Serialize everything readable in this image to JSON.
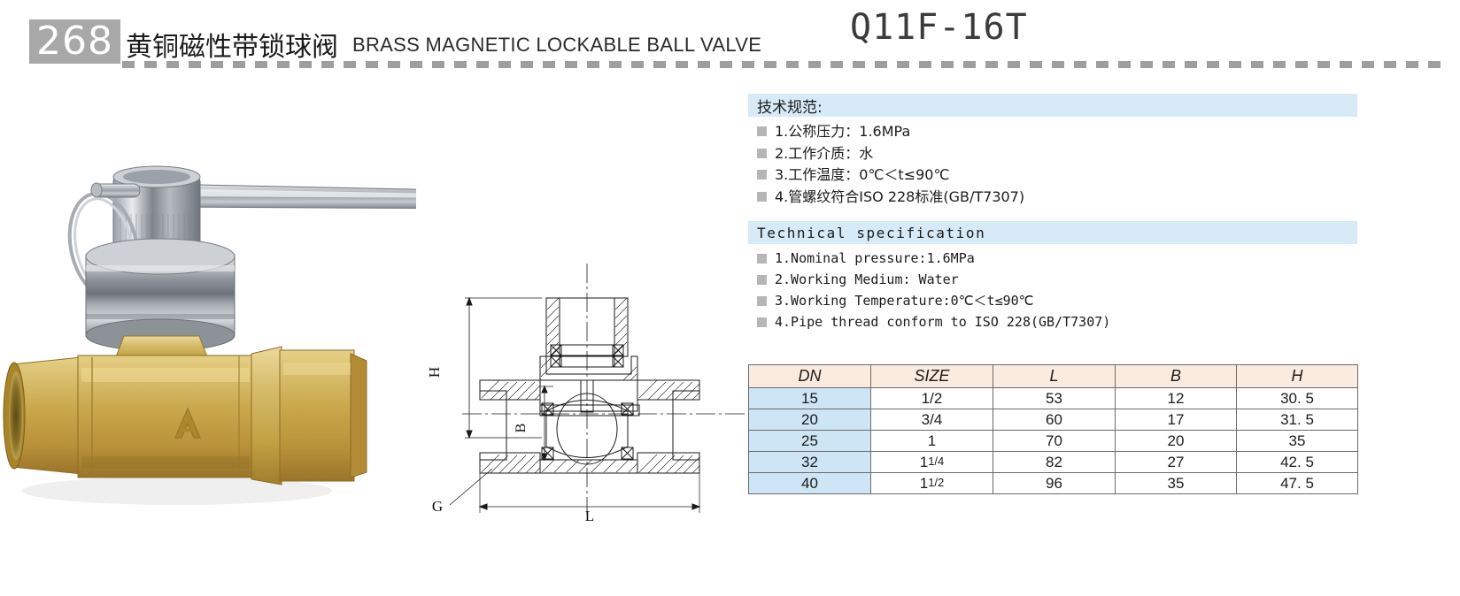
{
  "header": {
    "number": "268",
    "title_cn": "黄铜磁性带锁球阀",
    "title_en": "BRASS MAGNETIC LOCKABLE BALL VALVE",
    "product_code": "Q11F-16T"
  },
  "spec_cn": {
    "heading": "技术规范:",
    "items": [
      "1.公称压力：1.6MPa",
      "2.工作介质：水",
      "3.工作温度：0℃＜t≤90℃",
      "4.管螺纹符合ISO 228标准(GB/T7307)"
    ]
  },
  "spec_en": {
    "heading": "Technical specification",
    "items": [
      "1.Nominal pressure:1.6MPa",
      "2.Working Medium: Water",
      "3.Working Temperature:0℃＜t≤90℃",
      "4.Pipe thread conform to ISO 228(GB/T7307)"
    ]
  },
  "drawing": {
    "labels": {
      "height": "H",
      "bore": "B",
      "thread": "G",
      "length": "L"
    }
  },
  "table": {
    "columns": [
      "DN",
      "SIZE",
      "L",
      "B",
      "H"
    ],
    "rows": [
      {
        "dn": "15",
        "size": "1/2",
        "size_whole": "",
        "size_frac": "",
        "l": "53",
        "b": "12",
        "h": "30. 5"
      },
      {
        "dn": "20",
        "size": "3/4",
        "size_whole": "",
        "size_frac": "",
        "l": "60",
        "b": "17",
        "h": "31. 5"
      },
      {
        "dn": "25",
        "size": "1",
        "size_whole": "",
        "size_frac": "",
        "l": "70",
        "b": "20",
        "h": "35"
      },
      {
        "dn": "32",
        "size": "",
        "size_whole": "1",
        "size_frac": "1/4",
        "l": "82",
        "b": "27",
        "h": "42. 5"
      },
      {
        "dn": "40",
        "size": "",
        "size_whole": "1",
        "size_frac": "1/2",
        "l": "96",
        "b": "35",
        "h": "47. 5"
      }
    ]
  },
  "colors": {
    "number_box": "#a8a8a8",
    "spec_bar": "#d6eaf8",
    "table_header": "#fbeade",
    "table_dn": "#cde5f5",
    "bullet": "#b6b6b6",
    "brass": "#c8a13c",
    "chrome": "#b9bcc0"
  }
}
